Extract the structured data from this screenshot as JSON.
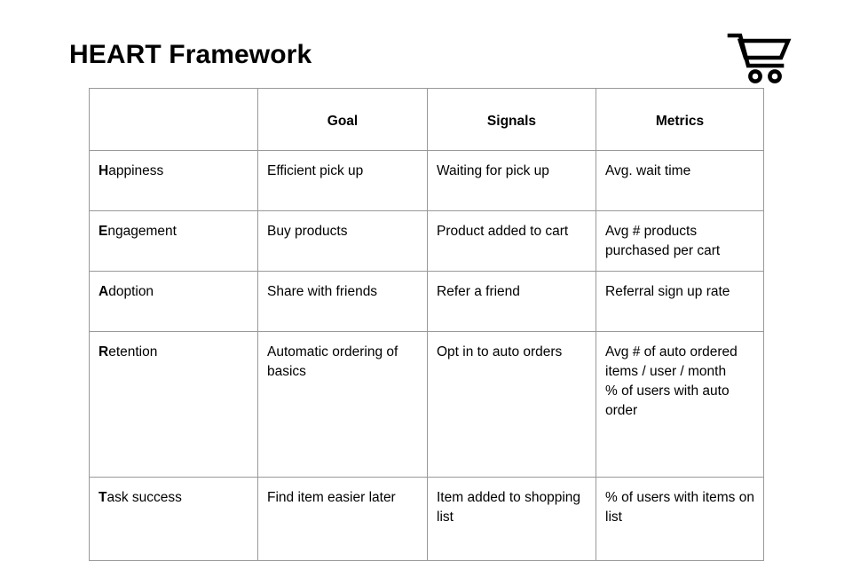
{
  "slide": {
    "title": "HEART Framework",
    "icon": "shopping-cart-icon",
    "ink_color": "#000000",
    "border_color": "#999999",
    "background": "#ffffff"
  },
  "table": {
    "headers": [
      "",
      "Goal",
      "Signals",
      "Metrics"
    ],
    "rows": [
      {
        "dimension_initial": "H",
        "dimension_rest": "appiness",
        "goal": "Efficient pick up",
        "signals": "Waiting for pick up",
        "metrics": "Avg. wait time",
        "metrics_extra": ""
      },
      {
        "dimension_initial": "E",
        "dimension_rest": "ngagement",
        "goal": "Buy products",
        "signals": "Product added to cart",
        "metrics": "Avg # products purchased per cart",
        "metrics_extra": ""
      },
      {
        "dimension_initial": "A",
        "dimension_rest": "doption",
        "goal": "Share with friends",
        "signals": "Refer a friend",
        "metrics": "Referral sign up rate",
        "metrics_extra": ""
      },
      {
        "dimension_initial": "R",
        "dimension_rest": "etention",
        "goal": "Automatic ordering of basics",
        "signals": "Opt in to auto orders",
        "metrics": "Avg # of auto ordered items / user / month",
        "metrics_extra": "% of users with auto order"
      },
      {
        "dimension_initial": "T",
        "dimension_rest": "ask success",
        "goal": "Find item easier later",
        "signals": "Item added to shopping list",
        "metrics": "% of users with items on list",
        "metrics_extra": ""
      }
    ]
  }
}
